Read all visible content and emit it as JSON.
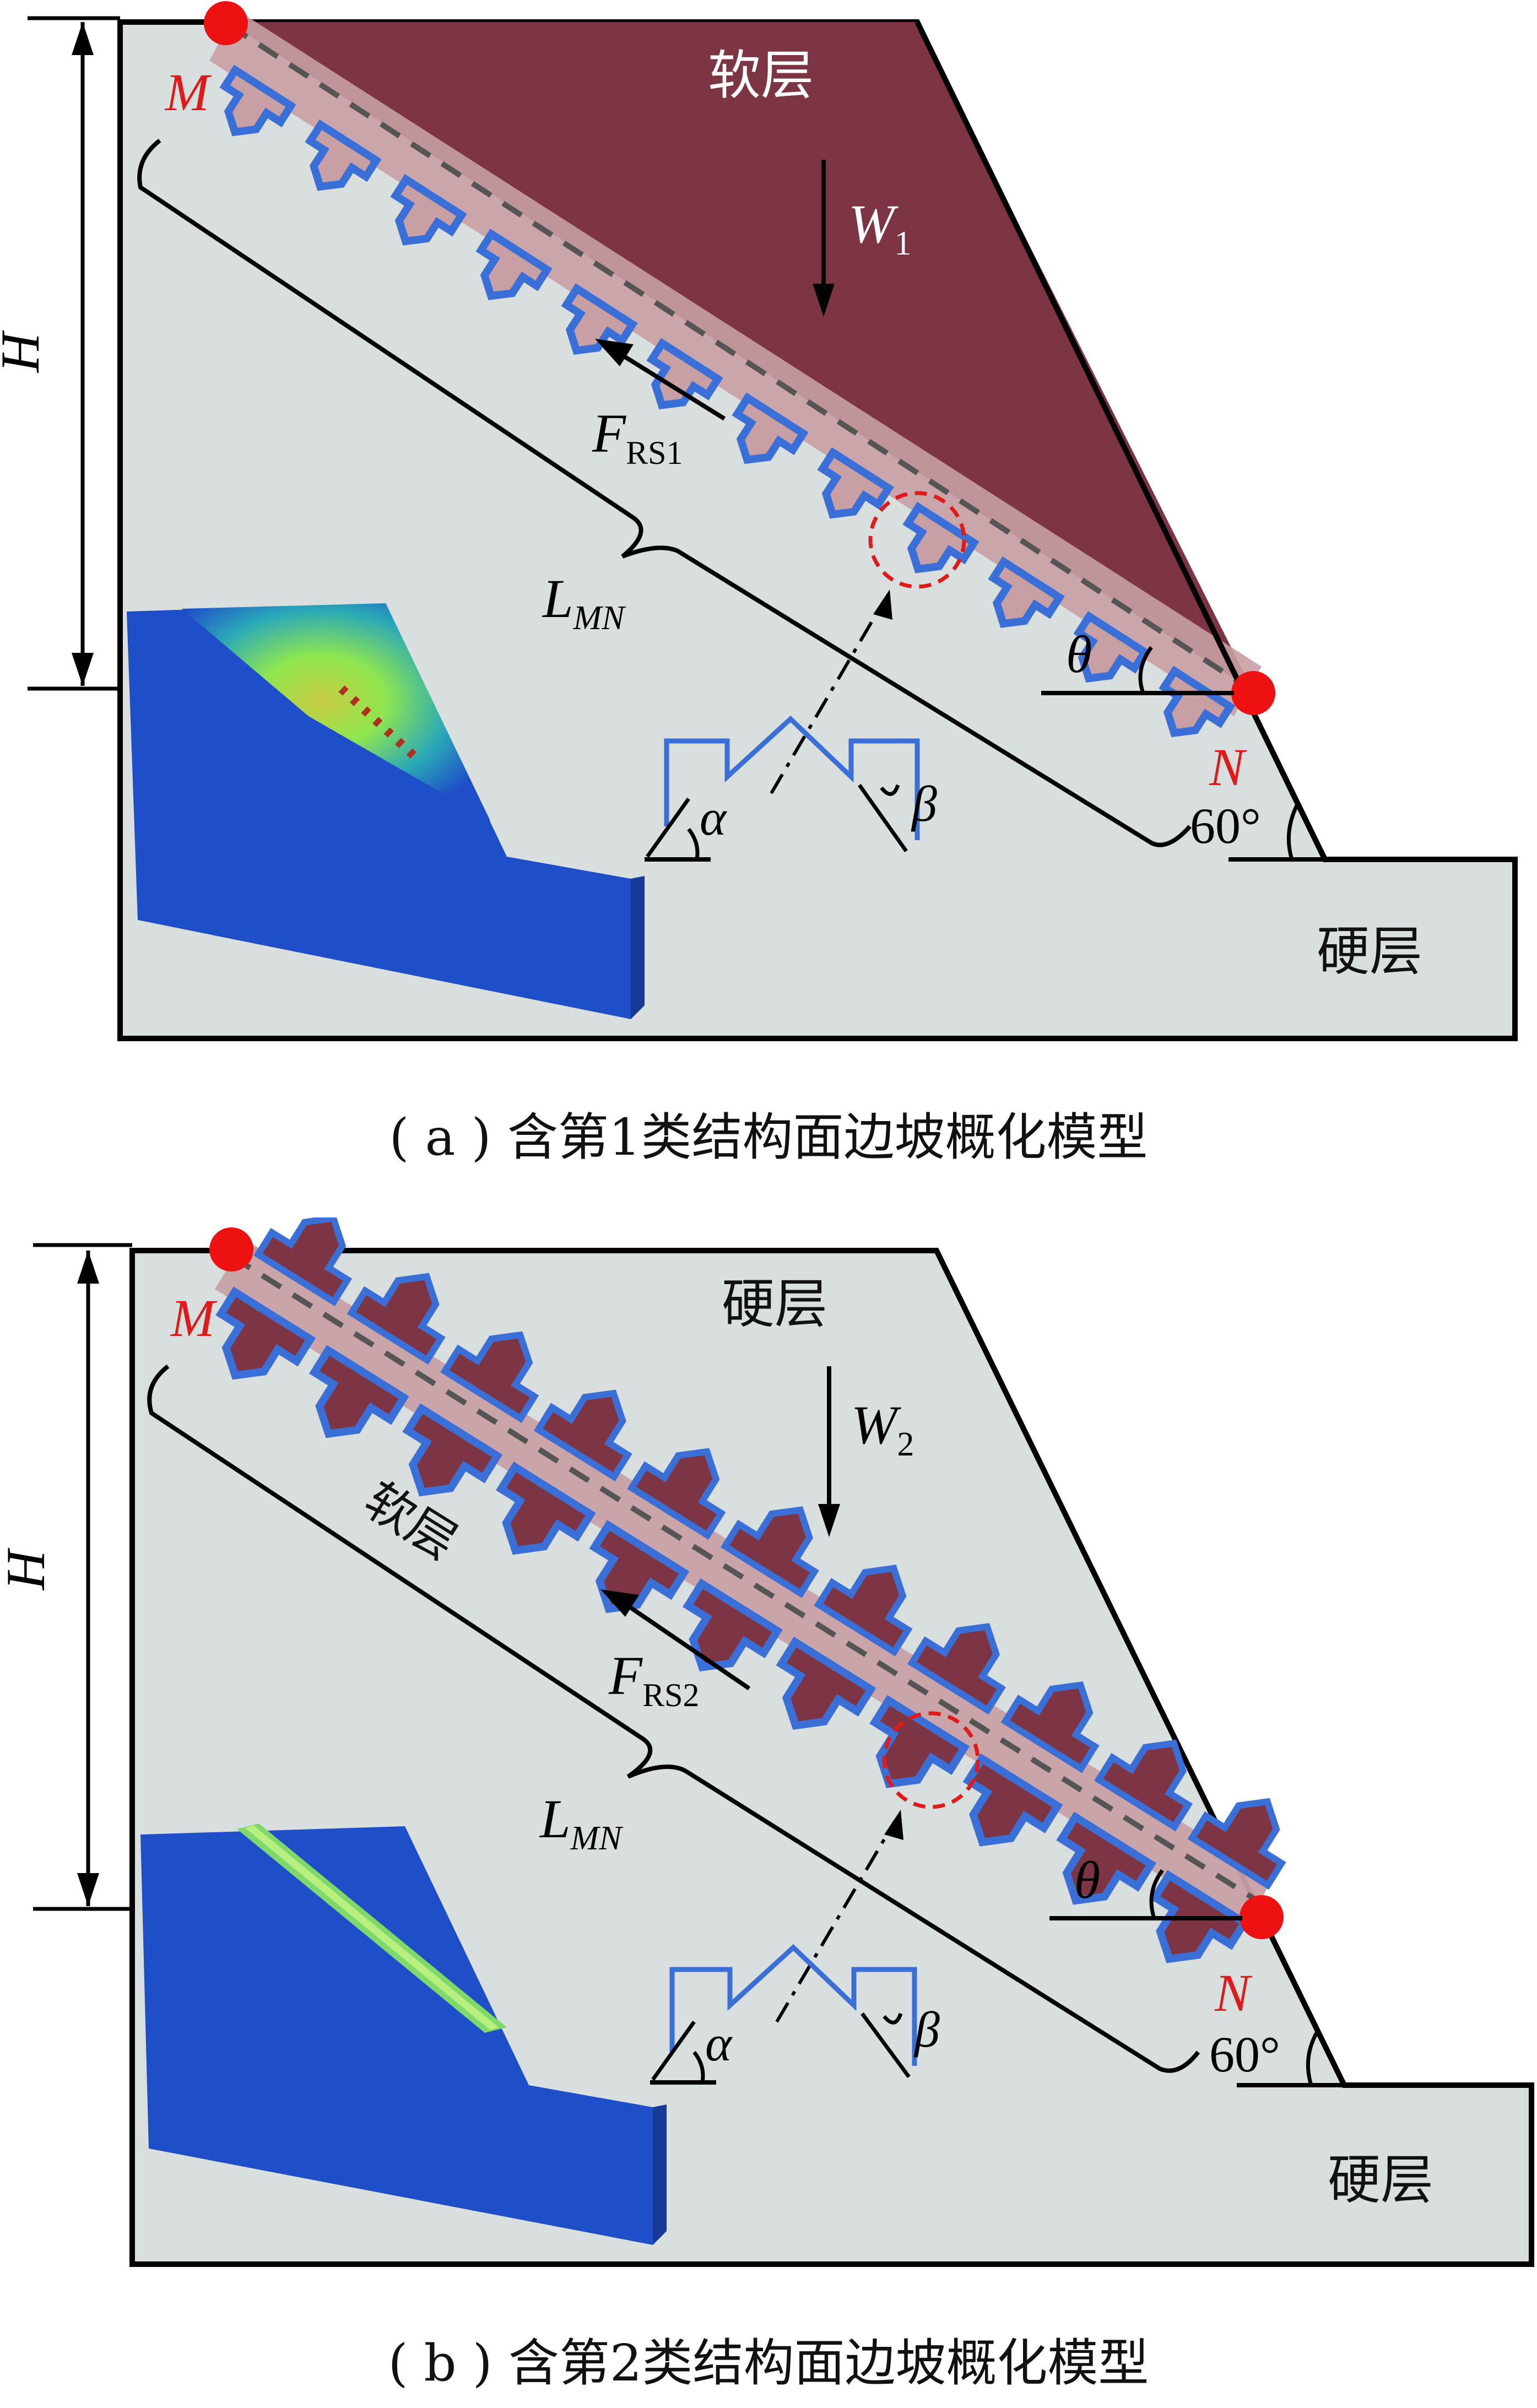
{
  "colors": {
    "hard_layer": "#d9dfdf",
    "soft_layer": "#7e3543",
    "weak_band": "#c8a0a4",
    "asperity": "#3b6fd8",
    "marker": "#ee1111",
    "red_text": "#e01919",
    "fem_blue": "#1f4fc8",
    "fem_green": "#8ee650"
  },
  "panel_a": {
    "caption": "( a ) 含第1类结构面边坡概化模型",
    "layer_top_label": "软层",
    "layer_bottom_label": "硬层",
    "weight_label": "W",
    "weight_sub": "1",
    "force_label": "F",
    "force_sub": "RS1",
    "length_label": "L",
    "length_sub": "MN",
    "point_m": "M",
    "point_n": "N",
    "height_label": "H",
    "theta_label": "θ",
    "slope_angle": "60°",
    "alpha_label": "α",
    "beta_label": "β"
  },
  "panel_b": {
    "caption": "( b ) 含第2类结构面边坡概化模型",
    "layer_top_label": "硬层",
    "layer_bottom_label": "硬层",
    "soft_band_label": "软层",
    "weight_label": "W",
    "weight_sub": "2",
    "force_label": "F",
    "force_sub": "RS2",
    "length_label": "L",
    "length_sub": "MN",
    "point_m": "M",
    "point_n": "N",
    "height_label": "H",
    "theta_label": "θ",
    "slope_angle": "60°",
    "alpha_label": "α",
    "beta_label": "β"
  }
}
